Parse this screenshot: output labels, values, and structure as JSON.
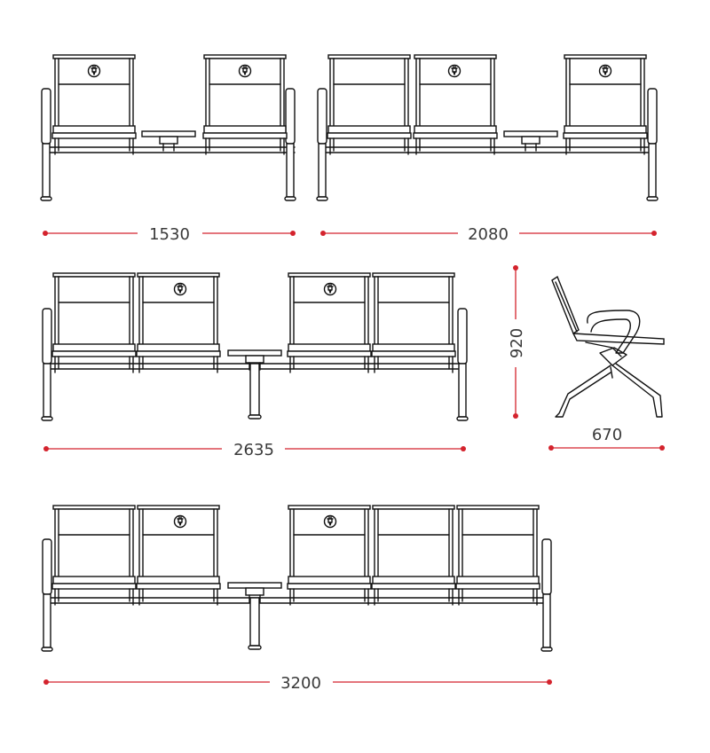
{
  "dimensions": {
    "bench_2_seats_width": "1530",
    "bench_3_seats_width": "2080",
    "bench_4_seats_width": "2635",
    "bench_5_seats_width": "3200",
    "seat_height": "920",
    "seat_depth": "670"
  },
  "colors": {
    "line": "#111111",
    "dimension": "#d4232d",
    "text": "#3a3a3a"
  },
  "icons": {
    "charger": "power-plug-icon"
  }
}
